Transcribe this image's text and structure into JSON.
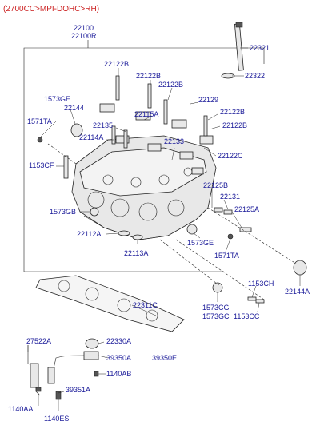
{
  "header": {
    "title": "(2700CC>MPI-DOHC>RH)"
  },
  "labels": {
    "l22100": "22100",
    "l22100R": "22100R",
    "l22321": "22321",
    "l22322": "22322",
    "l22122B_a": "22122B",
    "l22122B_b": "22122B",
    "l22122B_c": "22122B",
    "l22129": "22129",
    "l22122B_d": "22122B",
    "l22122B_e": "22122B",
    "l1573GE_a": "1573GE",
    "l22144": "22144",
    "l1571TA_a": "1571TA",
    "l22115A": "22115A",
    "l22135": "22135",
    "l22114A": "22114A",
    "l22133": "22133",
    "l22122C": "22122C",
    "l1153CF": "1153CF",
    "l22125B": "22125B",
    "l22131": "22131",
    "l1573GB": "1573GB",
    "l22125A": "22125A",
    "l22112A": "22112A",
    "l1573GE_b": "1573GE",
    "l22113A": "22113A",
    "l1571TA_b": "1571TA",
    "l1153CH": "1153CH",
    "l22144A": "22144A",
    "l22311C": "22311C",
    "l1573CG": "1573CG",
    "l1573GC": "1573GC",
    "l1153CC": "1153CC",
    "l27522A": "27522A",
    "l22330A": "22330A",
    "l39350A": "39350A",
    "l39350E": "39350E",
    "l1140AB": "1140AB",
    "l39351A": "39351A",
    "l1140AA": "1140AA",
    "l1140ES": "1140ES"
  }
}
